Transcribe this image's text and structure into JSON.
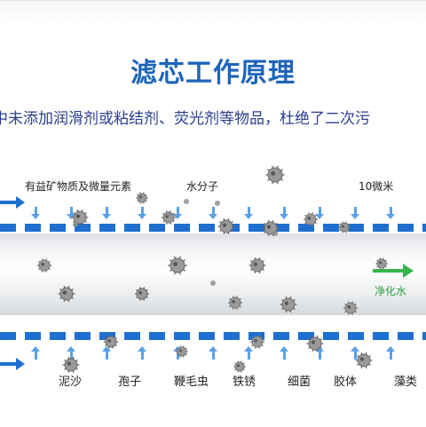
{
  "title": "滤芯工作原理",
  "subtitle": "中未添加润滑剂或粘结剂、荧光剂等物品，杜绝了二次污",
  "top_labels": {
    "minerals": "有益矿物质及微量元素",
    "water_molecule": "水分子",
    "ten_micron": "10微米"
  },
  "pipe_label": "净化水",
  "bottom_labels": {
    "mud": "泥沙",
    "spore": "孢子",
    "flagellate": "鞭毛虫",
    "rust": "铁锈",
    "bacteria": "细菌",
    "colloid": "胶体",
    "algae": "藻类"
  },
  "colors": {
    "title": "#1e64b9",
    "membrane": "#1e6fd0",
    "arrow": "#5aa0e6",
    "clean_water": "#39b54a"
  }
}
